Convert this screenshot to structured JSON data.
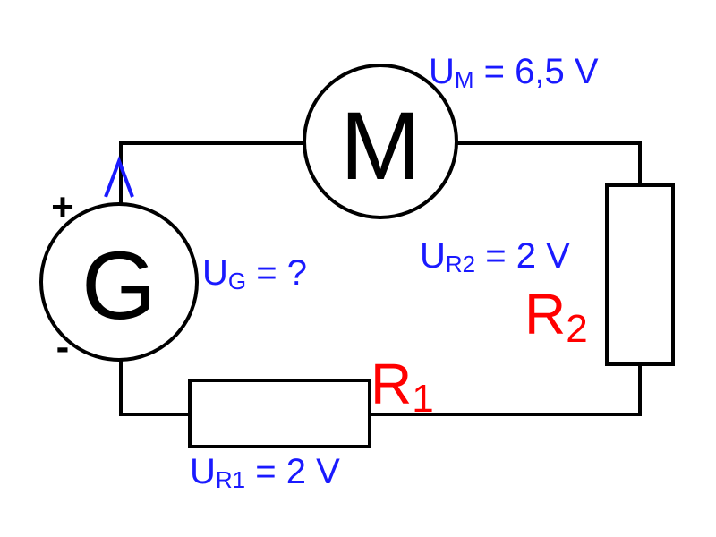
{
  "colors": {
    "wire": "#000000",
    "voltage_label": "#1a1aff",
    "resistor_label": "#ff0000",
    "background": "#ffffff"
  },
  "generator": {
    "symbol": "G",
    "plus_sign": "+",
    "minus_sign": "-",
    "voltage": {
      "prefix": "U",
      "subscript": "G",
      "suffix": " = ?"
    }
  },
  "motor": {
    "symbol": "M",
    "voltage": {
      "prefix": "U",
      "subscript": "M",
      "suffix": " = 6,5 V"
    }
  },
  "resistor_1": {
    "name_letter": "R",
    "name_subscript": "1",
    "voltage": {
      "prefix": "U",
      "subscript": "R1",
      "suffix": " = 2 V"
    }
  },
  "resistor_2": {
    "name_letter": "R",
    "name_subscript": "2",
    "voltage": {
      "prefix": "U",
      "subscript": "R2",
      "suffix": " = 2 V"
    }
  }
}
